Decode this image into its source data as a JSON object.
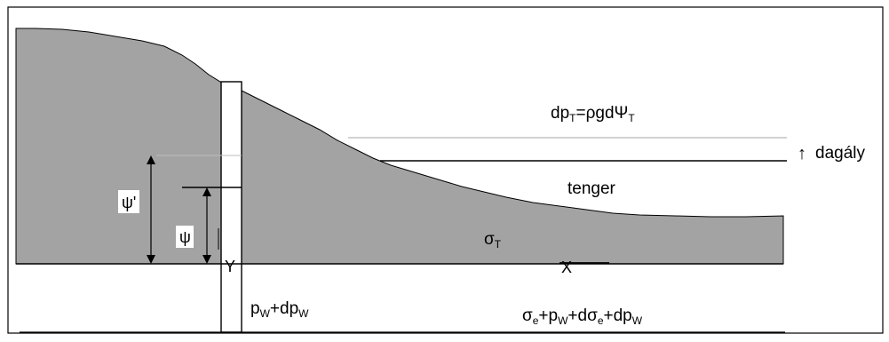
{
  "labels": {
    "tide_pressure": {
      "base": "dp",
      "sub": "T",
      "mid": "=ρgdΨ",
      "sub2": "T"
    },
    "rise_arrow": "↑",
    "rise_text": "dagály",
    "sea": "tenger",
    "psi_prime": "ψ'",
    "psi": "ψ",
    "sigma_t": {
      "base": "σ",
      "sub": "T"
    },
    "point_y": "Y",
    "point_x": "X",
    "pw_dpw": {
      "a": "p",
      "a_sub": "W",
      "b": "+dp",
      "b_sub": "W"
    },
    "bottom_expr": {
      "p1": "σ",
      "s1": "e",
      "p2": "+p",
      "s2": "W",
      "p3": "+dσ",
      "s3": "e",
      "p4": "+dp",
      "s4": "W"
    }
  },
  "colors": {
    "ground_fill": "#a3a3a3",
    "line": "#000000",
    "tide_line": "#b8b8b8",
    "background": "#ffffff"
  }
}
